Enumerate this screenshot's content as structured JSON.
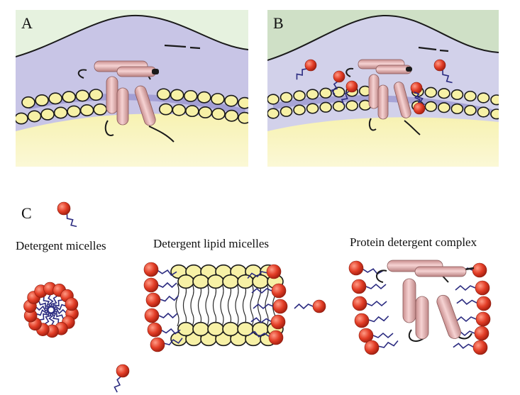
{
  "panels": {
    "a": {
      "label": "A"
    },
    "b": {
      "label": "B"
    },
    "c": {
      "label": "C",
      "groups": [
        {
          "caption": "Detergent micelles"
        },
        {
          "caption": "Detergent lipid micelles"
        },
        {
          "caption": "Protein detergent complex"
        }
      ]
    }
  },
  "colors": {
    "membrane_purple": "#c8c5e6",
    "cytosol_yellow": "#f6f0a3",
    "extracellular_green": "#d3e7c7",
    "lipid_head": "#f7f1a6",
    "detergent_head": "#e23d26",
    "protein_helix": "#e7b4b4",
    "lipid_tail": "#2b2b80"
  }
}
